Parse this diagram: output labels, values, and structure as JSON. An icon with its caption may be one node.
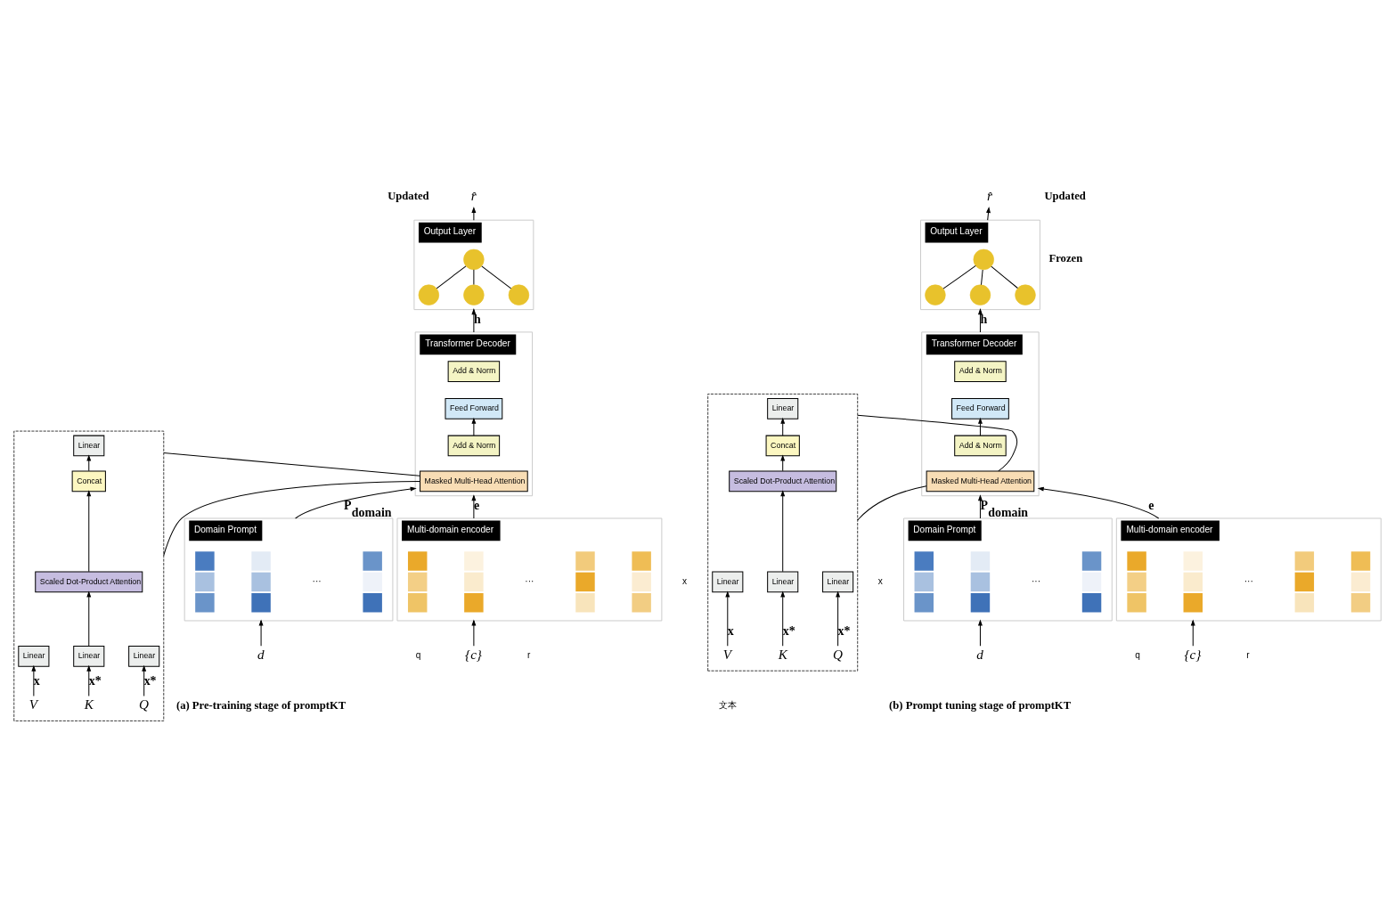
{
  "diagram": {
    "nodes": [
      {
        "text": [
          "Output Layer"
        ]
      },
      {
        "text": [],
        "shape": "circle",
        "in": 0
      },
      {
        "text": [],
        "shape": "circle",
        "in": 0
      },
      {
        "text": [],
        "shape": "circle",
        "in": 0
      },
      {
        "text": [],
        "shape": "circle",
        "in": 0
      },
      {
        "text": [
          "r̂"
        ]
      },
      {
        "text": [
          "Transformer Decoder"
        ]
      },
      {
        "text": [
          "Add & Norm"
        ],
        "in": 6
      },
      {
        "text": [
          "Feed Forward"
        ],
        "in": 6
      },
      {
        "text": [
          "Add & Norm"
        ],
        "in": 6
      },
      {
        "text": [
          "Masked Multi-Head Attention"
        ],
        "in": 6
      },
      {
        "text": [],
        "shape": "box"
      },
      {
        "text": [
          "Linear"
        ],
        "in": 11
      },
      {
        "text": [
          "Concat"
        ],
        "in": 11
      },
      {
        "text": [
          "Scaled Dot-Product Attention"
        ],
        "in": 11
      },
      {
        "text": [
          "Linear"
        ],
        "in": 11
      },
      {
        "text": [
          "Linear"
        ],
        "in": 11
      },
      {
        "text": [
          "Linear"
        ],
        "in": 11
      },
      {
        "text": [
          "V"
        ],
        "in": 11
      },
      {
        "text": [
          "K"
        ],
        "in": 11
      },
      {
        "text": [
          "Q"
        ],
        "in": 11
      },
      {
        "text": [
          "Domain Prompt"
        ]
      },
      {
        "text": [],
        "shape": "bar",
        "in": 21
      },
      {
        "text": [],
        "shape": "bar",
        "in": 21
      },
      {
        "text": [],
        "shape": "bar",
        "in": 21
      },
      {
        "text": [
          "Multi-domain encoder"
        ]
      },
      {
        "text": [],
        "shape": "bar",
        "in": 25
      },
      {
        "text": [],
        "shape": "bar",
        "in": 25
      },
      {
        "text": [],
        "shape": "bar",
        "in": 25
      },
      {
        "text": [],
        "shape": "bar",
        "in": 25
      },
      {
        "text": [
          "d"
        ]
      },
      {
        "text": [
          "{c}"
        ]
      },
      {
        "text": [
          "Output Layer"
        ]
      },
      {
        "text": [],
        "shape": "circle",
        "in": 32
      },
      {
        "text": [],
        "shape": "circle",
        "in": 32
      },
      {
        "text": [],
        "shape": "circle",
        "in": 32
      },
      {
        "text": [],
        "shape": "circle",
        "in": 32
      },
      {
        "text": [
          "r̂"
        ]
      },
      {
        "text": [
          "Transformer Decoder"
        ]
      },
      {
        "text": [
          "Add & Norm"
        ],
        "in": 38
      },
      {
        "text": [
          "Feed Forward"
        ],
        "in": 38
      },
      {
        "text": [
          "Add & Norm"
        ],
        "in": 38
      },
      {
        "text": [
          "Masked Multi-Head Attention"
        ],
        "in": 38
      },
      {
        "text": [],
        "shape": "box"
      },
      {
        "text": [
          "Linear"
        ],
        "in": 43
      },
      {
        "text": [
          "Concat"
        ],
        "in": 43
      },
      {
        "text": [
          "Scaled Dot-Product Attention"
        ],
        "in": 43
      },
      {
        "text": [
          "Linear"
        ],
        "in": 43
      },
      {
        "text": [
          "Linear"
        ],
        "in": 43
      },
      {
        "text": [
          "Linear"
        ],
        "in": 43
      },
      {
        "text": [
          "V"
        ],
        "in": 43
      },
      {
        "text": [
          "K"
        ],
        "in": 43
      },
      {
        "text": [
          "Q"
        ],
        "in": 43
      },
      {
        "text": [
          "Domain Prompt"
        ]
      },
      {
        "text": [],
        "shape": "bar",
        "in": 53
      },
      {
        "text": [],
        "shape": "bar",
        "in": 53
      },
      {
        "text": [],
        "shape": "bar",
        "in": 53
      },
      {
        "text": [
          "Multi-domain encoder"
        ]
      },
      {
        "text": [],
        "shape": "bar",
        "in": 57
      },
      {
        "text": [],
        "shape": "bar",
        "in": 57
      },
      {
        "text": [],
        "shape": "bar",
        "in": 57
      },
      {
        "text": [],
        "shape": "bar",
        "in": 57
      },
      {
        "text": [
          "d"
        ]
      },
      {
        "text": [
          "{c}"
        ]
      }
    ],
    "edges": [
      {
        "from": 0,
        "to": 5,
        "arrow": "to"
      },
      {
        "from": 1,
        "to": 2,
        "arrow": "none"
      },
      {
        "from": 1,
        "to": 3,
        "arrow": "none"
      },
      {
        "from": 1,
        "to": 4,
        "arrow": "none"
      },
      {
        "from": 6,
        "to": 0,
        "arrow": "to",
        "label": "h"
      },
      {
        "from": 9,
        "to": 8,
        "arrow": "to"
      },
      {
        "from": 11,
        "to": 10,
        "arrow": "none"
      },
      {
        "from": 11,
        "to": 10,
        "arrow": "none"
      },
      {
        "from": 13,
        "to": 12,
        "arrow": "to"
      },
      {
        "from": 14,
        "to": 13,
        "arrow": "to"
      },
      {
        "from": 16,
        "to": 14,
        "arrow": "to"
      },
      {
        "from": 18,
        "to": 15,
        "arrow": "to",
        "label": "x"
      },
      {
        "from": 19,
        "to": 16,
        "arrow": "to",
        "label": "x*"
      },
      {
        "from": 20,
        "to": 17,
        "arrow": "to",
        "label": "x*"
      },
      {
        "from": 21,
        "to": 6,
        "arrow": "to",
        "label": "P$_{domain}$"
      },
      {
        "from": 25,
        "to": 6,
        "arrow": "to",
        "label": "e"
      },
      {
        "from": 30,
        "to": 21,
        "arrow": "to"
      },
      {
        "from": 31,
        "to": 25,
        "arrow": "to"
      },
      {
        "from": 32,
        "to": 37,
        "arrow": "to"
      },
      {
        "from": 33,
        "to": 34,
        "arrow": "none"
      },
      {
        "from": 33,
        "to": 35,
        "arrow": "none"
      },
      {
        "from": 33,
        "to": 36,
        "arrow": "none"
      },
      {
        "from": 38,
        "to": 32,
        "arrow": "to",
        "label": "h"
      },
      {
        "from": 41,
        "to": 40,
        "arrow": "to"
      },
      {
        "from": 43,
        "to": 42,
        "arrow": "none"
      },
      {
        "from": 43,
        "to": 42,
        "arrow": "none"
      },
      {
        "from": 45,
        "to": 44,
        "arrow": "to"
      },
      {
        "from": 46,
        "to": 45,
        "arrow": "to"
      },
      {
        "from": 48,
        "to": 46,
        "arrow": "to"
      },
      {
        "from": 50,
        "to": 47,
        "arrow": "to",
        "label": "x"
      },
      {
        "from": 51,
        "to": 48,
        "arrow": "to",
        "label": "x*"
      },
      {
        "from": 52,
        "to": 49,
        "arrow": "to",
        "label": "x*"
      },
      {
        "from": 53,
        "to": 38,
        "arrow": "to",
        "label": "P$_{domain}$"
      },
      {
        "from": 57,
        "to": 38,
        "arrow": "to",
        "label": "e"
      },
      {
        "from": 62,
        "to": 53,
        "arrow": "to"
      },
      {
        "from": 63,
        "to": 57,
        "arrow": "to"
      }
    ],
    "labels": [
      "x",
      "···",
      "···",
      "q",
      "r",
      "(a) Pre-training stage of promptKT",
      "文本",
      "x",
      "···",
      "···",
      "q",
      "r",
      "(b) Prompt tuning stage of promptKT"
    ],
    "legend": [
      {
        "text": "Updated"
      },
      {
        "text": "Updated"
      },
      {
        "text": "Frozen"
      }
    ]
  }
}
